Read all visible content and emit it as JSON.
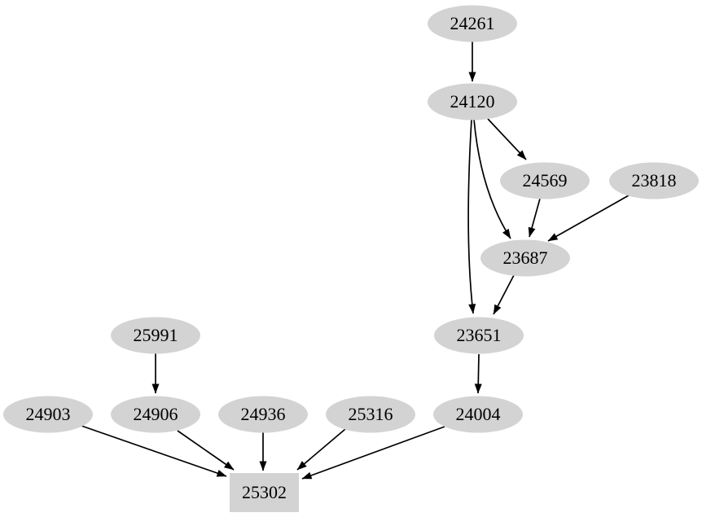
{
  "graph": {
    "type": "directed-graph",
    "colors": {
      "background": "#ffffff",
      "node_fill": "#d3d3d3",
      "edge": "#000000",
      "text": "#000000"
    },
    "nodes": [
      {
        "id": "24261",
        "label": "24261",
        "shape": "ellipse"
      },
      {
        "id": "24120",
        "label": "24120",
        "shape": "ellipse"
      },
      {
        "id": "24569",
        "label": "24569",
        "shape": "ellipse"
      },
      {
        "id": "23818",
        "label": "23818",
        "shape": "ellipse"
      },
      {
        "id": "23687",
        "label": "23687",
        "shape": "ellipse"
      },
      {
        "id": "23651",
        "label": "23651",
        "shape": "ellipse"
      },
      {
        "id": "25991",
        "label": "25991",
        "shape": "ellipse"
      },
      {
        "id": "24903",
        "label": "24903",
        "shape": "ellipse"
      },
      {
        "id": "24906",
        "label": "24906",
        "shape": "ellipse"
      },
      {
        "id": "24936",
        "label": "24936",
        "shape": "ellipse"
      },
      {
        "id": "25316",
        "label": "25316",
        "shape": "ellipse"
      },
      {
        "id": "24004",
        "label": "24004",
        "shape": "ellipse"
      },
      {
        "id": "25302",
        "label": "25302",
        "shape": "box"
      }
    ],
    "edges": [
      {
        "from": "24261",
        "to": "24120"
      },
      {
        "from": "24120",
        "to": "24569"
      },
      {
        "from": "24120",
        "to": "23687"
      },
      {
        "from": "24120",
        "to": "23651"
      },
      {
        "from": "24569",
        "to": "23687"
      },
      {
        "from": "23818",
        "to": "23687"
      },
      {
        "from": "23687",
        "to": "23651"
      },
      {
        "from": "23651",
        "to": "24004"
      },
      {
        "from": "25991",
        "to": "24906"
      },
      {
        "from": "24903",
        "to": "25302"
      },
      {
        "from": "24906",
        "to": "25302"
      },
      {
        "from": "24936",
        "to": "25302"
      },
      {
        "from": "25316",
        "to": "25302"
      },
      {
        "from": "24004",
        "to": "25302"
      }
    ]
  }
}
